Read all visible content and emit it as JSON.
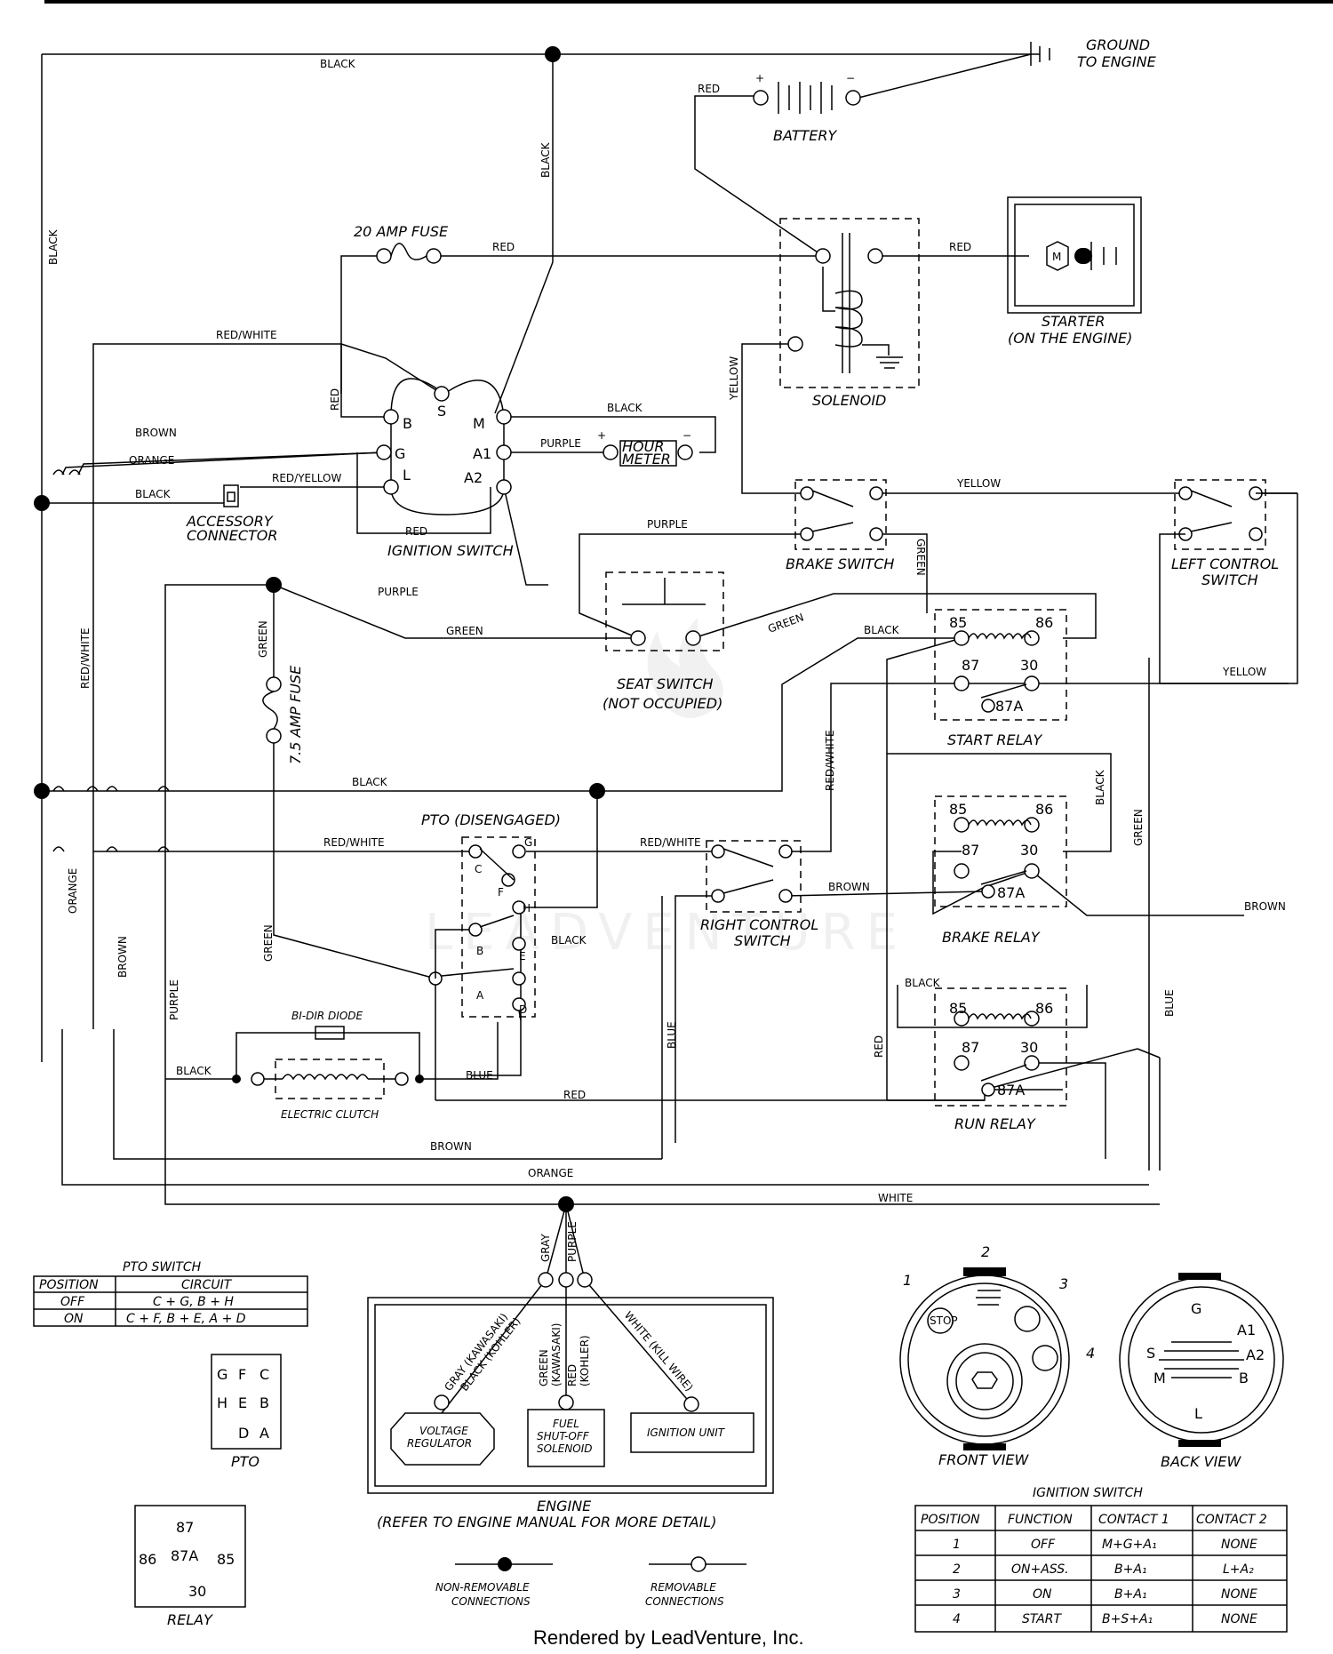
{
  "wires": {
    "black_top": "BLACK",
    "black_left": "BLACK",
    "black_vert": "BLACK",
    "red_battery": "RED",
    "red_fuse": "RED",
    "red_starter": "RED",
    "red_white_top": "RED/WHITE",
    "red_vert": "RED",
    "brown_ign": "BROWN",
    "orange_ign": "ORANGE",
    "black_acc": "BLACK",
    "red_yellow": "RED/YELLOW",
    "red_ign": "RED",
    "black_hour": "BLACK",
    "purple_hour": "PURPLE",
    "yellow_sol": "YELLOW",
    "yellow_brake": "YELLOW",
    "purple_seat": "PURPLE",
    "purple_mid": "PURPLE",
    "green_brake": "GREEN",
    "green_seat": "GREEN",
    "green_seat2": "GREEN",
    "green_fuse": "GREEN",
    "black_relay": "BLACK",
    "yellow_relay": "YELLOW",
    "red_white_left": "RED/WHITE",
    "black_mid": "BLACK",
    "red_white_pto": "RED/WHITE",
    "red_white_rcs": "RED/WHITE",
    "red_white_relay": "RED/WHITE",
    "black_brake_relay": "BLACK",
    "green_right": "GREEN",
    "brown_rcs": "BROWN",
    "brown_right": "BROWN",
    "orange_left": "ORANGE",
    "brown_left": "BROWN",
    "purple_left": "PURPLE",
    "green_pto": "GREEN",
    "black_pto": "BLACK",
    "black_run": "BLACK",
    "red_run": "RED",
    "blue_mid": "BLUE",
    "blue_right": "BLUE",
    "black_clutch": "BLACK",
    "blue_clutch": "BLUE",
    "red_bottom": "RED",
    "brown_bottom": "BROWN",
    "orange_bottom": "ORANGE",
    "white_bottom": "WHITE",
    "gray_engine": "GRAY",
    "purple_engine": "PURPLE"
  },
  "components": {
    "ground": [
      "GROUND",
      "TO ENGINE"
    ],
    "battery": "BATTERY",
    "solenoid": "SOLENOID",
    "starter": [
      "STARTER",
      "(ON THE ENGINE)"
    ],
    "fuse20": "20 AMP FUSE",
    "fuse75": "7.5 AMP FUSE",
    "ignition_switch": "IGNITION SWITCH",
    "hour_meter": [
      "HOUR",
      "METER"
    ],
    "accessory": [
      "ACCESSORY",
      "CONNECTOR"
    ],
    "brake_switch": "BRAKE SWITCH",
    "left_control": [
      "LEFT CONTROL",
      "SWITCH"
    ],
    "seat_switch": [
      "SEAT SWITCH",
      "(NOT OCCUPIED)"
    ],
    "start_relay": "START RELAY",
    "brake_relay": "BRAKE RELAY",
    "run_relay": "RUN RELAY",
    "pto": "PTO (DISENGAGED)",
    "right_control": [
      "RIGHT CONTROL",
      "SWITCH"
    ],
    "diode": "BI-DIR DIODE",
    "clutch": "ELECTRIC CLUTCH",
    "engine": [
      "ENGINE",
      "(REFER TO ENGINE MANUAL FOR MORE DETAIL)"
    ],
    "voltage_reg": [
      "VOLTAGE",
      "REGULATOR"
    ],
    "fuel_sol": [
      "FUEL",
      "SHUT-OFF",
      "SOLENOID"
    ],
    "ignition_unit": "IGNITION UNIT",
    "gray_kawasaki": "GRAY (KAWASAKI)",
    "black_kohler": "BLACK (KOHLER)",
    "green_kawasaki": "GREEN",
    "green_kawasaki2": "(KAWASAKI)",
    "red_kohler": "RED",
    "red_kohler2": "(KOHLER)",
    "white_kill": "WHITE (KILL WIRE)"
  },
  "ignition_pins": {
    "B": "B",
    "G": "G",
    "L": "L",
    "S": "S",
    "M": "M",
    "A1": "A1",
    "A2": "A2"
  },
  "relay_pins": {
    "p85": "85",
    "p86": "86",
    "p87": "87",
    "p30": "30",
    "p87a": "87A"
  },
  "pto_pins": {
    "C": "C",
    "G": "G",
    "F": "F",
    "H": "H",
    "B": "B",
    "E": "E",
    "A": "A",
    "D": "D"
  },
  "pto_table": {
    "title": "PTO SWITCH",
    "headers": [
      "POSITION",
      "CIRCUIT"
    ],
    "rows": [
      [
        "OFF",
        "C + G, B + H"
      ],
      [
        "ON",
        "C + F, B + E, A + D"
      ]
    ]
  },
  "pto_connector": {
    "label": "PTO",
    "pins": [
      "G",
      "F",
      "C",
      "H",
      "E",
      "B",
      "D",
      "A"
    ]
  },
  "relay_connector": {
    "label": "RELAY",
    "pins": [
      "87",
      "86",
      "87A",
      "85",
      "30"
    ]
  },
  "legend": {
    "non_removable": [
      "NON-REMOVABLE",
      "CONNECTIONS"
    ],
    "removable": [
      "REMOVABLE",
      "CONNECTIONS"
    ]
  },
  "switch_views": {
    "front": "FRONT VIEW",
    "back": "BACK VIEW",
    "numbers": [
      "1",
      "2",
      "3",
      "4"
    ],
    "stop": "STOP",
    "back_pins": [
      "G",
      "A1",
      "S",
      "A2",
      "M",
      "B",
      "L"
    ]
  },
  "ign_table": {
    "title": "IGNITION SWITCH",
    "headers": [
      "POSITION",
      "FUNCTION",
      "CONTACT 1",
      "CONTACT 2"
    ],
    "rows": [
      [
        "1",
        "OFF",
        "M+G+A₁",
        "NONE"
      ],
      [
        "2",
        "ON+ASS.",
        "B+A₁",
        "L+A₂"
      ],
      [
        "3",
        "ON",
        "B+A₁",
        "NONE"
      ],
      [
        "4",
        "START",
        "B+S+A₁",
        "NONE"
      ]
    ]
  },
  "footer": "Rendered by LeadVenture, Inc.",
  "watermark": "LEADVENTURE"
}
